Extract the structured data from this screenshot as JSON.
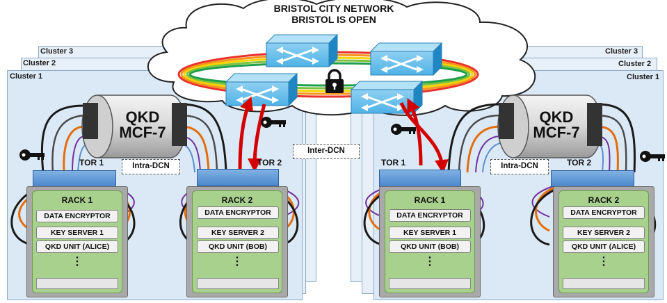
{
  "cloud": {
    "title_line1": "BRISTOL CITY NETWORK",
    "title_line2": "BRISTOL IS OPEN"
  },
  "inter_dcn_label": "Inter-DCN",
  "left_dc": {
    "clusters": [
      "Cluster 3",
      "Cluster 2",
      "Cluster 1"
    ],
    "qkd": {
      "line1": "QKD",
      "line2": "MCF-7"
    },
    "intra_dcn_label": "Intra-DCN",
    "tor1_label": "TOR 1",
    "tor2_label": "TOR 2",
    "rack1": {
      "title": "RACK 1",
      "items": [
        "DATA ENCRYPTOR",
        "KEY SERVER 1",
        "QKD UNIT (ALICE)"
      ],
      "ellipsis": "⋮"
    },
    "rack2": {
      "title": "RACK 2",
      "items": [
        "DATA ENCRYPTOR",
        "KEY SERVER 2",
        "QKD UNIT (BOB)"
      ],
      "ellipsis": "⋮"
    }
  },
  "right_dc": {
    "clusters": [
      "Cluster 3",
      "Cluster 2",
      "Cluster 1"
    ],
    "qkd": {
      "line1": "QKD",
      "line2": "MCF-7"
    },
    "intra_dcn_label": "Intra-DCN",
    "tor1_label": "TOR 1",
    "tor2_label": "TOR 2",
    "rack1": {
      "title": "RACK 1",
      "items": [
        "DATA ENCRYPTOR",
        "KEY SERVER 1",
        "QKD UNIT (BOB)"
      ],
      "ellipsis": "⋮"
    },
    "rack2": {
      "title": "RACK 2",
      "items": [
        "DATA ENCRYPTOR",
        "KEY SERVER 2",
        "QKD UNIT (ALICE)"
      ],
      "ellipsis": "⋮"
    }
  },
  "icons": [
    "switch-icon",
    "lock-icon",
    "key-icon"
  ],
  "colors": {
    "cluster_fill": "#dbe9f6",
    "rack_green": "#a9d18e",
    "tor_blue": "#4d88cc",
    "link_red": "#d40000",
    "fiber_orange": "#e46c0a",
    "fiber_purple": "#7030a0",
    "ring_colors": [
      "#e8312a",
      "#f7941d",
      "#f5d300",
      "#7cc242",
      "#1e9e4a"
    ]
  }
}
